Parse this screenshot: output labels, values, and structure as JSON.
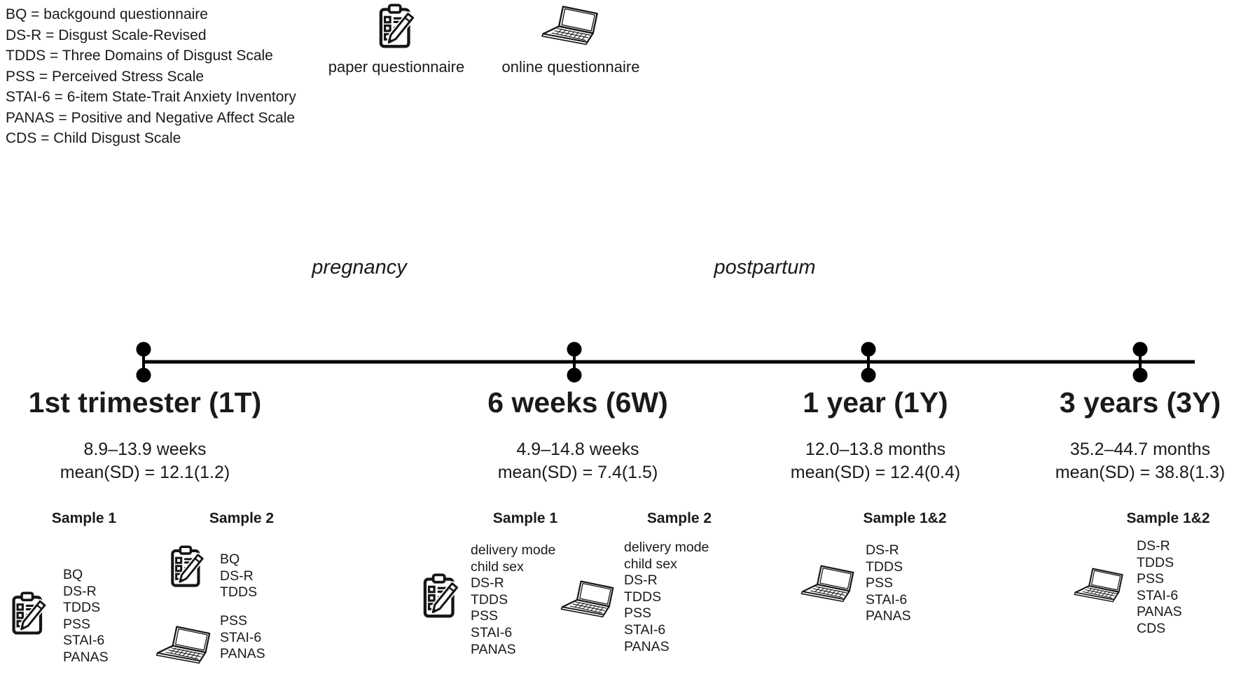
{
  "legend": {
    "items": [
      "BQ = backgound questionnaire",
      "DS-R = Disgust Scale-Revised",
      "TDDS = Three Domains of Disgust Scale",
      "PSS = Perceived Stress Scale",
      "STAI-6 = 6-item State-Trait Anxiety Inventory",
      "PANAS = Positive and Negative Affect Scale",
      "CDS = Child Disgust Scale"
    ]
  },
  "icon_key": {
    "paper_label": "paper questionnaire",
    "online_label": "online questionnaire",
    "paper_icon": "clipboard-pencil-icon",
    "online_icon": "laptop-icon"
  },
  "phases": {
    "pregnancy": "pregnancy",
    "postpartum": "postpartum"
  },
  "timepoints": [
    {
      "title": "1st trimester (1T)",
      "range": "8.9–13.9 weeks",
      "mean": "mean(SD) = 12.1(1.2)"
    },
    {
      "title": "6 weeks (6W)",
      "range": "4.9–14.8 weeks",
      "mean": "mean(SD) = 7.4(1.5)"
    },
    {
      "title": "1 year (1Y)",
      "range": "12.0–13.8 months",
      "mean": "mean(SD) = 12.4(0.4)"
    },
    {
      "title": "3 years (3Y)",
      "range": "35.2–44.7 months",
      "mean": "mean(SD) = 38.8(1.3)"
    }
  ],
  "samples": {
    "t1_s1": {
      "header": "Sample 1",
      "mode": "paper",
      "items": [
        "BQ",
        "DS-R",
        "TDDS",
        "PSS",
        "STAI-6",
        "PANAS"
      ]
    },
    "t1_s2": {
      "header": "Sample 2",
      "paper_items": [
        "BQ",
        "DS-R",
        "TDDS"
      ],
      "online_items": [
        "PSS",
        "STAI-6",
        "PANAS"
      ]
    },
    "w6_s1": {
      "header": "Sample 1",
      "mode": "paper",
      "items": [
        "delivery mode",
        "child sex",
        "DS-R",
        "TDDS",
        "PSS",
        "STAI-6",
        "PANAS"
      ]
    },
    "w6_s2": {
      "header": "Sample 2",
      "mode": "online",
      "items": [
        "delivery mode",
        "child sex",
        "DS-R",
        "TDDS",
        "PSS",
        "STAI-6",
        "PANAS"
      ]
    },
    "y1": {
      "header": "Sample 1&2",
      "mode": "online",
      "items": [
        "DS-R",
        "TDDS",
        "PSS",
        "STAI-6",
        "PANAS"
      ]
    },
    "y3": {
      "header": "Sample 1&2",
      "mode": "online",
      "items": [
        "DS-R",
        "TDDS",
        "PSS",
        "STAI-6",
        "PANAS",
        "CDS"
      ]
    }
  },
  "colors": {
    "text": "#1a1a1a",
    "line": "#000000",
    "background": "#ffffff"
  }
}
